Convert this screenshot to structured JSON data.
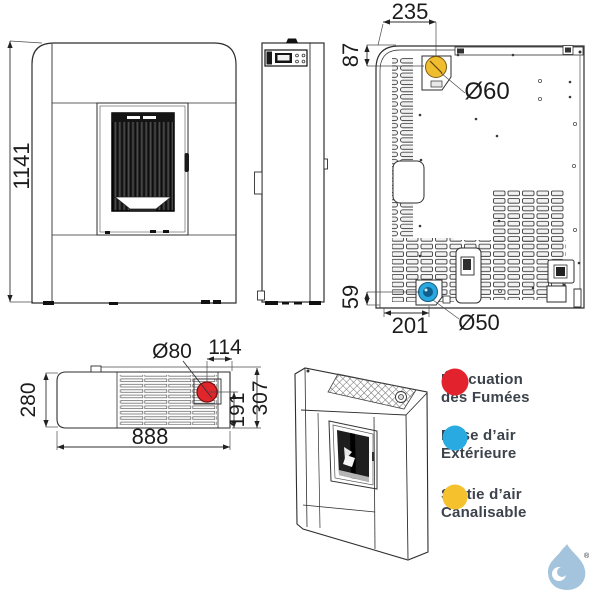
{
  "dimensions": {
    "front": {
      "height": "1141"
    },
    "rear": {
      "duct_offset_left": "235",
      "duct_offset_top": "87",
      "duct_diameter": "Ø60",
      "intake_offset_bottom": "59",
      "intake_offset_left": "201",
      "intake_diameter": "Ø50"
    },
    "top": {
      "smoke_diameter": "Ø80",
      "smoke_offset_right": "114",
      "depth": "280",
      "depth_total": "307",
      "smoke_to_front": "191",
      "width": "888"
    }
  },
  "ports": {
    "smoke": "#e0262b",
    "intake": "#29a8e0",
    "duct": "#f0bd2f"
  },
  "legend": {
    "items": [
      {
        "id": "smoke-exhaust",
        "color": "#e2232e",
        "line1": "Évacuation",
        "line2": "des Fumées"
      },
      {
        "id": "outside-air-intake",
        "color": "#29abe2",
        "line1": "Prise d’air",
        "line2": "Extérieure"
      },
      {
        "id": "ducted-air-outlet",
        "color": "#f5c22d",
        "line1": "Sortie d’air",
        "line2": "Canalisable"
      }
    ]
  },
  "logo": {
    "registered_mark": "®"
  }
}
